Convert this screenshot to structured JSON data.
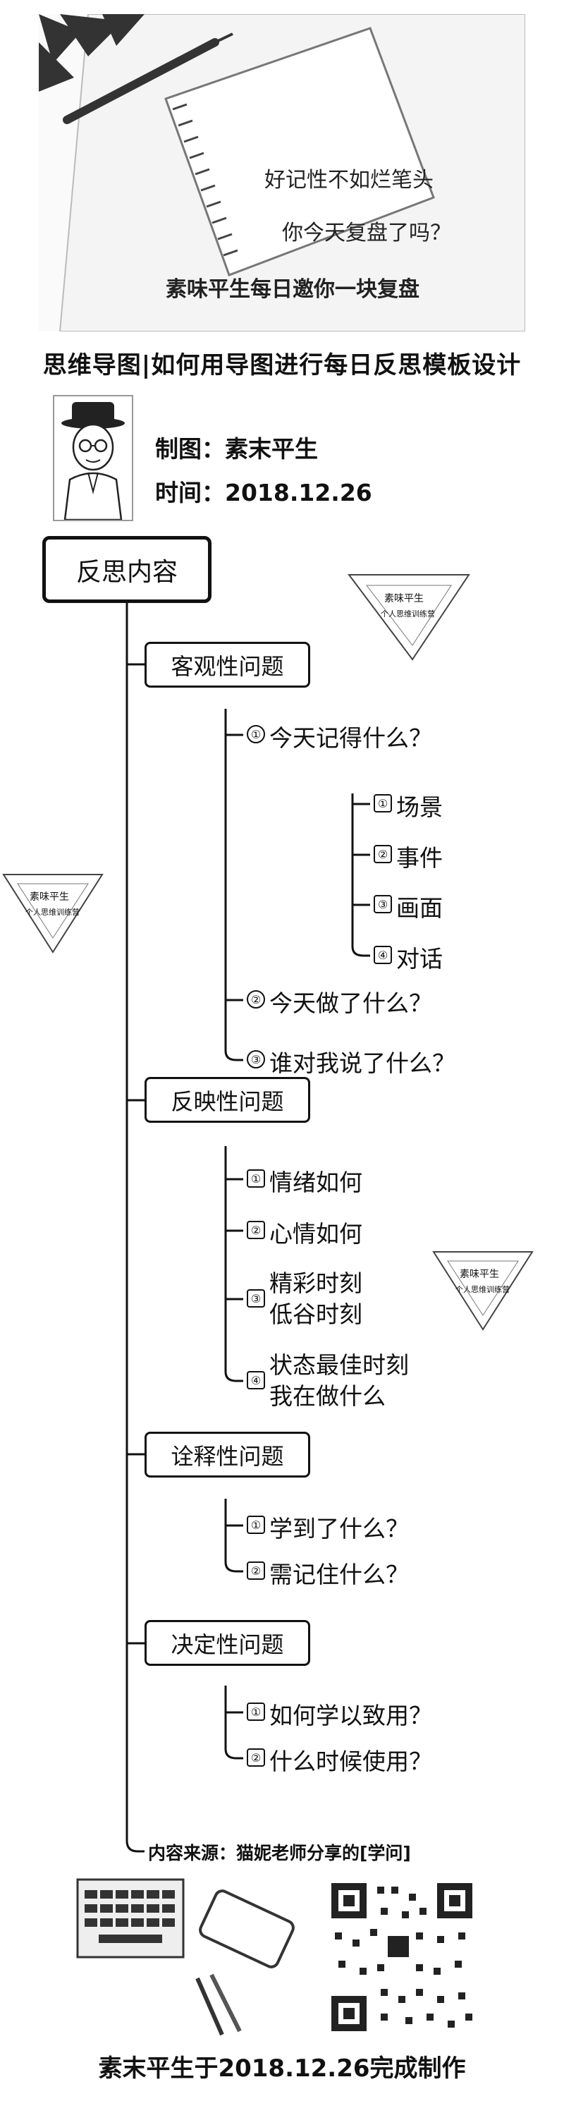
{
  "hero": {
    "line1": "好记性不如烂笔头",
    "line2": "你今天复盘了吗？",
    "line3": "素味平生每日邀你一块复盘"
  },
  "title": "思维导图|如何用导图进行每日反思模板设计",
  "meta": {
    "author": "制图：素末平生",
    "date": "时间：2018.12.26"
  },
  "stamp": {
    "name": "素味平生",
    "slogan": "个人思维训练营"
  },
  "mindmap": {
    "root": "反思内容",
    "branches": [
      {
        "label": "客观性问题",
        "items": [
          {
            "icon": "①",
            "label": "今天记得什么？",
            "children": [
              {
                "icon": "①",
                "label": "场景"
              },
              {
                "icon": "②",
                "label": "事件"
              },
              {
                "icon": "③",
                "label": "画面"
              },
              {
                "icon": "④",
                "label": "对话"
              }
            ]
          },
          {
            "icon": "②",
            "label": "今天做了什么？"
          },
          {
            "icon": "③",
            "label": "谁对我说了什么？"
          }
        ]
      },
      {
        "label": "反映性问题",
        "items": [
          {
            "icon": "①",
            "label": "情绪如何"
          },
          {
            "icon": "②",
            "label": "心情如何"
          },
          {
            "icon": "③",
            "label": "精彩时刻\n低谷时刻"
          },
          {
            "icon": "④",
            "label": "状态最佳时刻\n我在做什么"
          }
        ]
      },
      {
        "label": "诠释性问题",
        "items": [
          {
            "icon": "①",
            "label": "学到了什么？"
          },
          {
            "icon": "②",
            "label": "需记住什么？"
          }
        ]
      },
      {
        "label": "决定性问题",
        "items": [
          {
            "icon": "①",
            "label": "如何学以致用？"
          },
          {
            "icon": "②",
            "label": "什么时候使用？"
          }
        ]
      }
    ],
    "source": "内容来源：猫妮老师分享的[学问]"
  },
  "footer": "素末平生于2018.12.26完成制作"
}
